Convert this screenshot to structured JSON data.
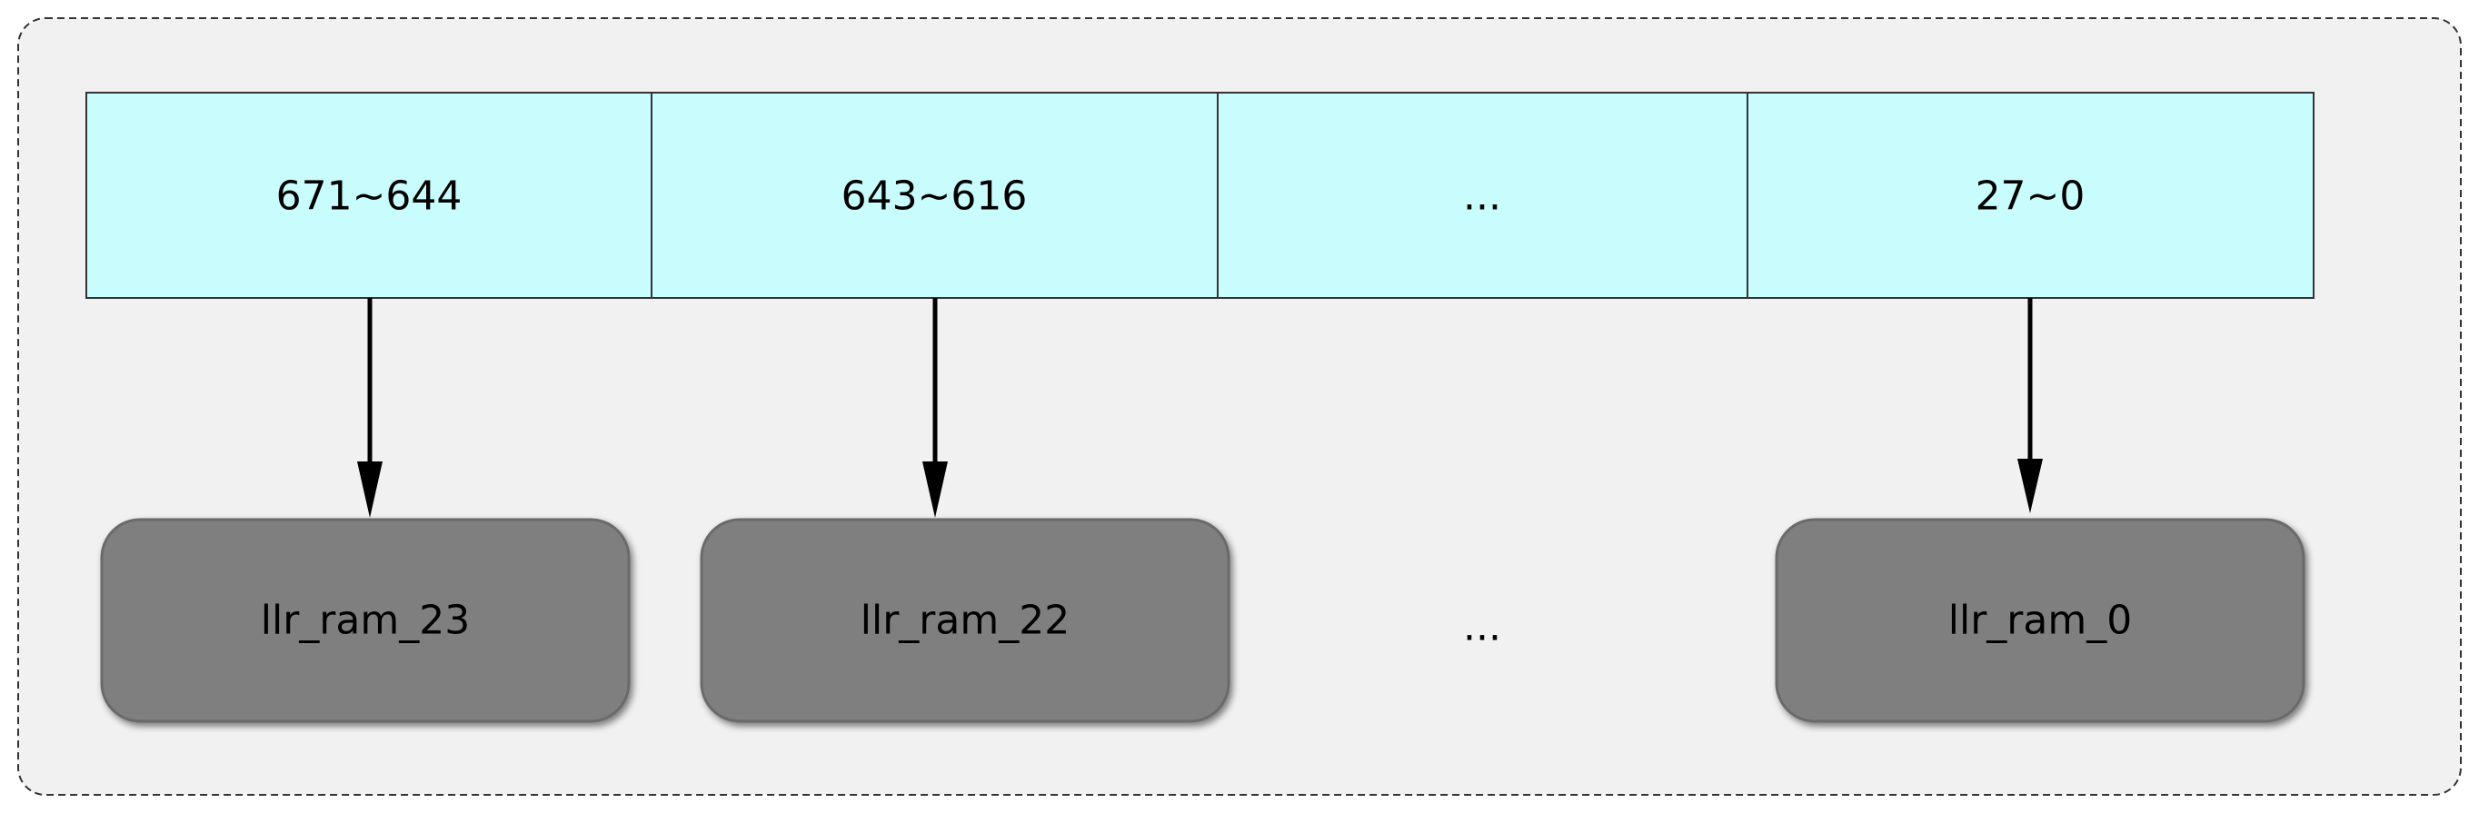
{
  "colors": {
    "container_fill": "#f1f1f1",
    "container_border": "#333333",
    "cell_fill": "#c9fdfd",
    "cell_border": "#333333",
    "ram_fill": "#7f7f7f",
    "ram_border": "#555555",
    "arrow": "#000000"
  },
  "register": {
    "cells": [
      {
        "label": "671~644"
      },
      {
        "label": "643~616"
      },
      {
        "label": "..."
      },
      {
        "label": "27~0"
      }
    ]
  },
  "rams": {
    "items": [
      {
        "label": "llr_ram_23"
      },
      {
        "label": "llr_ram_22"
      },
      {
        "label": "llr_ram_0"
      }
    ],
    "ellipsis": "..."
  }
}
